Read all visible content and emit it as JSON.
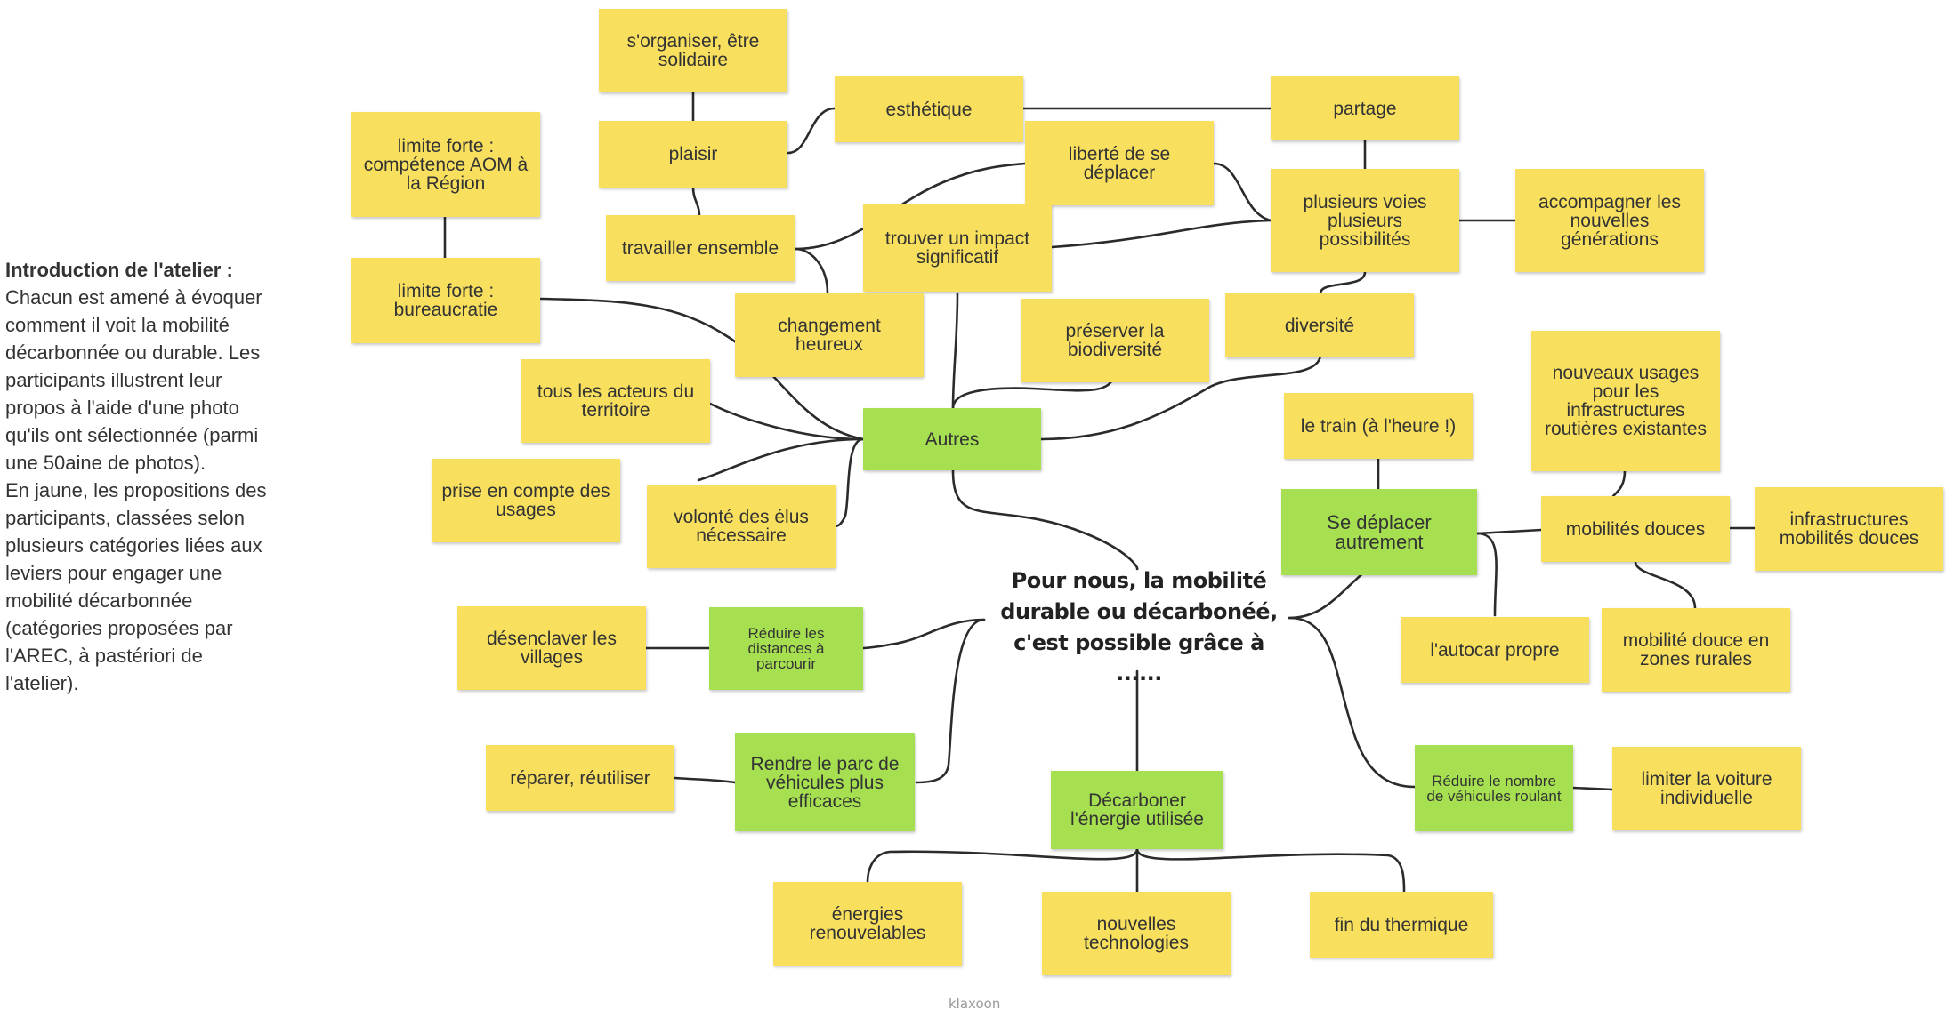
{
  "colors": {
    "note_yellow": "#f8e05e",
    "category_green": "#a6e051",
    "link": "#2b2b2b"
  },
  "intro": {
    "title": "Introduction de l'atelier :",
    "paragraph_1": "Chacun est amené à évoquer comment il voit la mobilité décarbonnée ou durable. Les participants illustrent leur propos à l'aide d'une photo qu'ils ont sélectionnée (parmi une 50aine de photos).",
    "paragraph_2": "En jaune, les propositions des participants, classées selon plusieurs catégories liées aux leviers pour engager une mobilité décarbonnée (catégories proposées par l'AREC, à pastériori de l'atelier)."
  },
  "center": {
    "line_1": "Pour nous, la mobilité",
    "line_2": "durable ou décarbonéé,",
    "line_3": "c'est possible grâce à ......"
  },
  "categories": {
    "autres": "Autres",
    "se_deplacer_autrement": "Se déplacer autrement",
    "reduire_distances": "Réduire les distances à parcourir",
    "rendre_parc": "Rendre le parc de véhicules plus efficaces",
    "decarboner": "Décarboner l'énergie utilisée",
    "reduire_nombre": "Réduire le nombre de véhicules roulant"
  },
  "notes": {
    "sorganiser": "s'organiser, être solidaire",
    "plaisir": "plaisir",
    "esthetique": "esthétique",
    "partage": "partage",
    "liberte": "liberté de se déplacer",
    "limite_aom": "limite forte : compétence AOM à la Région",
    "limite_bureaucratie": "limite forte : bureaucratie",
    "travailler": "travailler ensemble",
    "trouver_impact": "trouver un impact significatif",
    "plusieurs_voies": "plusieurs voies plusieurs possibilités",
    "accompagner": "accompagner les nouvelles générations",
    "changement": "changement heureux",
    "preserver": "préserver la biodiversité",
    "diversite": "diversité",
    "tous_acteurs": "tous les acteurs du territoire",
    "prise_compte": "prise en compte des usages",
    "volonte_elus": "volonté des élus nécessaire",
    "train": "le train (à l'heure !)",
    "nouveaux_usages": "nouveaux usages pour les infrastructures routières existantes",
    "mobilites_douces": "mobilités douces",
    "infra_douces": "infrastructures mobilités douces",
    "autocar": "l'autocar propre",
    "douce_rurale": "mobilité douce en zones rurales",
    "desenclaver": "désenclaver les villages",
    "reparer": "réparer, réutiliser",
    "limiter_voiture": "limiter la voiture individuelle",
    "energies_renouv": "énergies renouvelables",
    "nouvelles_techno": "nouvelles technologies",
    "fin_thermique": "fin du thermique"
  },
  "watermark": "klaxoon"
}
